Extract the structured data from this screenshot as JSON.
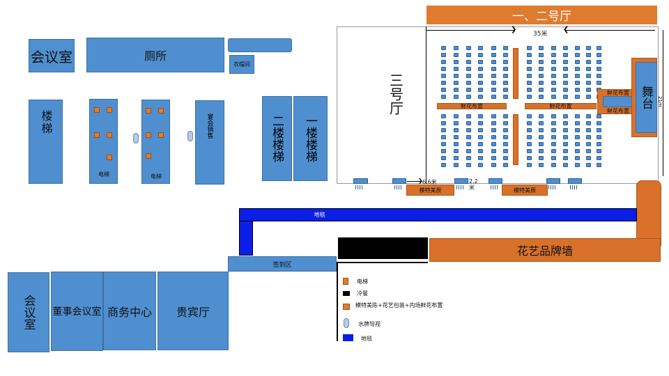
{
  "rooms": {
    "meeting_room_top": "会议室",
    "restroom": "厕所",
    "cloakroom": "衣帽间",
    "stairs_left": "楼梯",
    "elevator_label_1": "电梯",
    "elevator_label_2": "电梯",
    "banquet_sales": "宴会销售",
    "stairs_2f": "二楼楼梯",
    "stairs_1f": "一楼楼梯",
    "hall_3": "三号厅",
    "hall_1_2": "一、二号厅",
    "stage": "舞台",
    "sign_in": "签到区",
    "flower_wall": "花艺品牌墙",
    "meeting_room_bottom": "会议室",
    "board_room": "董事会议室",
    "business_center": "商务中心",
    "vip_hall": "贵宾厅"
  },
  "labels": {
    "width_35m": "35米",
    "height_21m": "21m",
    "dist_6_6m": "6.6米",
    "dist_2_2m": "2.2\n米",
    "flowers_left": "鲜花布置",
    "flowers_right": "鲜花布置",
    "flowers_stage_top": "鲜花布置",
    "flowers_stage_bottom": "鲜花布置",
    "model_show_1": "模特美辰",
    "model_show_2": "模特美辰",
    "carpet": "地毯"
  },
  "legend": {
    "items": [
      {
        "icon": "elevator-square",
        "color": "#df7b2f",
        "label": "电梯"
      },
      {
        "icon": "cold-food-bar",
        "color": "#000000",
        "label": "冷餐"
      },
      {
        "icon": "model-flower-bar",
        "color": "#df7b2f",
        "label": "模特美陈+花艺包装+内场鲜花布置"
      },
      {
        "icon": "water-sign-cylinder",
        "color": "#b6cce6",
        "label": "水牌导视"
      },
      {
        "icon": "carpet-square",
        "color": "#0a1ee8",
        "label": "地毯"
      }
    ]
  },
  "colors": {
    "room_blue": "#4f8fd0",
    "accent_orange": "#df7b2f",
    "carpet_blue": "#0a1ee8",
    "cold_food_black": "#000000"
  }
}
